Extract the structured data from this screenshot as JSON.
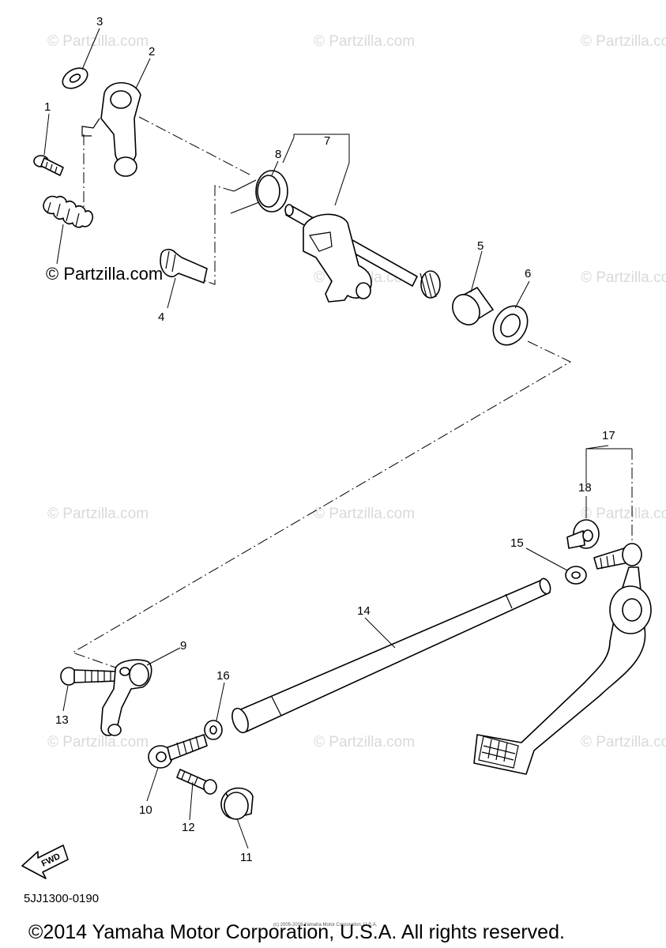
{
  "watermark": {
    "text": "© Partzilla.com"
  },
  "callouts": {
    "p1": "1",
    "p2": "2",
    "p3": "3",
    "p4": "4",
    "p5": "5",
    "p6": "6",
    "p7": "7",
    "p8": "8",
    "p9": "9",
    "p10": "10",
    "p11": "11",
    "p12": "12",
    "p13": "13",
    "p14": "14",
    "p15": "15",
    "p16": "16",
    "p17": "17",
    "p18": "18"
  },
  "fwd_label": "FWD",
  "diagram_code": "5JJ1300-0190",
  "small_print": "(c) 2005-2016 Yamaha Motor Corporation, U.S.A.",
  "copyright": "©2014 Yamaha Motor Corporation, U.S.A. All rights reserved."
}
